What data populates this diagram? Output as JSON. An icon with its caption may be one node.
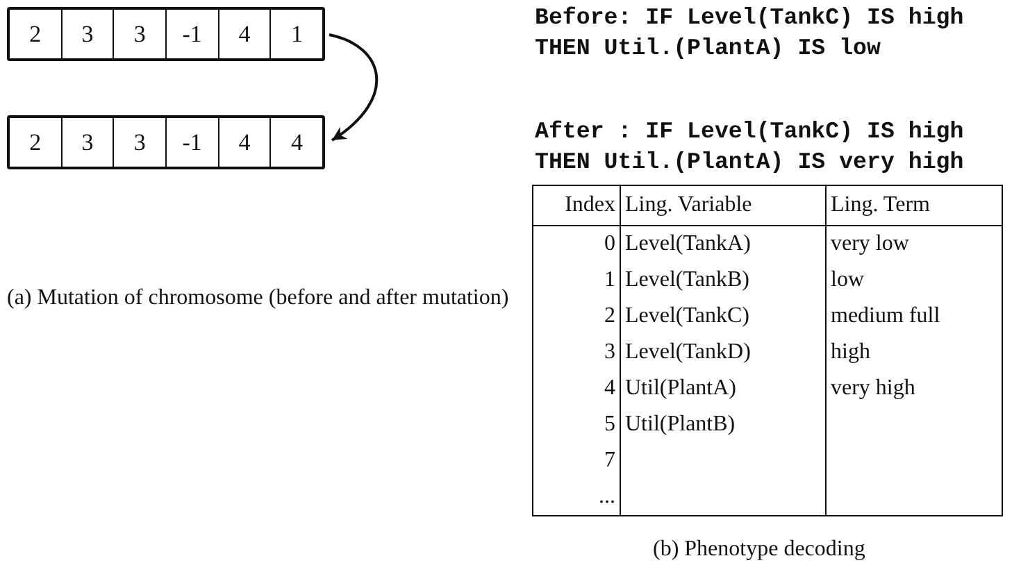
{
  "diagram": {
    "nodes": [
      {
        "text": [
          "2",
          "3",
          "3",
          "-1",
          "4",
          "1"
        ]
      },
      {
        "text": [
          "2",
          "3",
          "3",
          "-1",
          "4",
          "4"
        ]
      }
    ],
    "edges": [
      {
        "from": 0,
        "to": 1,
        "arrow": "to"
      }
    ],
    "labels": [
      "(a) Mutation of chromosome (before and after mutation)",
      "Before: IF Level(TankC) IS high THEN Util.(PlantA) IS low",
      "After : IF Level(TankC) IS high THEN Util.(PlantA) IS very high",
      "Index",
      "Ling. Variable",
      "Ling. Term",
      "0",
      "Level(TankA)",
      "very low",
      "1",
      "Level(TankB)",
      "low",
      "2",
      "Level(TankC)",
      "medium full",
      "3",
      "Level(TankD)",
      "high",
      "4",
      "Util(PlantA)",
      "very high",
      "5",
      "Util(PlantB)",
      "7",
      "...",
      "(b) Phenotype decoding"
    ]
  }
}
